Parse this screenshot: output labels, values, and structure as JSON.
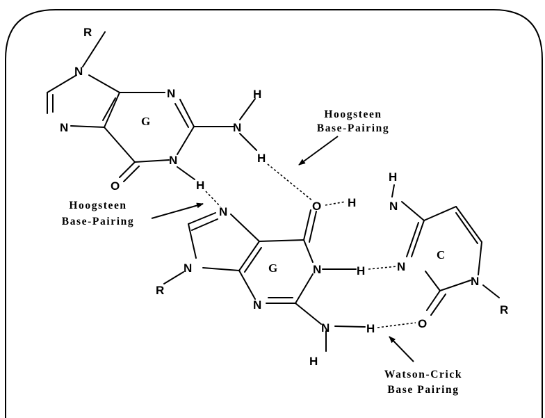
{
  "atoms": {
    "substituent": "R",
    "nitrogen": "N",
    "oxygen": "O",
    "hydrogen": "H"
  },
  "ring_labels": {
    "guanine": "G",
    "cytosine": "C"
  },
  "annotations": {
    "hoogsteen_top": [
      "Hoogsteen",
      "Base-Pairing"
    ],
    "hoogsteen_left": [
      "Hoogsteen",
      "Base-Pairing"
    ],
    "watson_crick": [
      "Watson-Crick",
      "Base Pairing"
    ]
  }
}
